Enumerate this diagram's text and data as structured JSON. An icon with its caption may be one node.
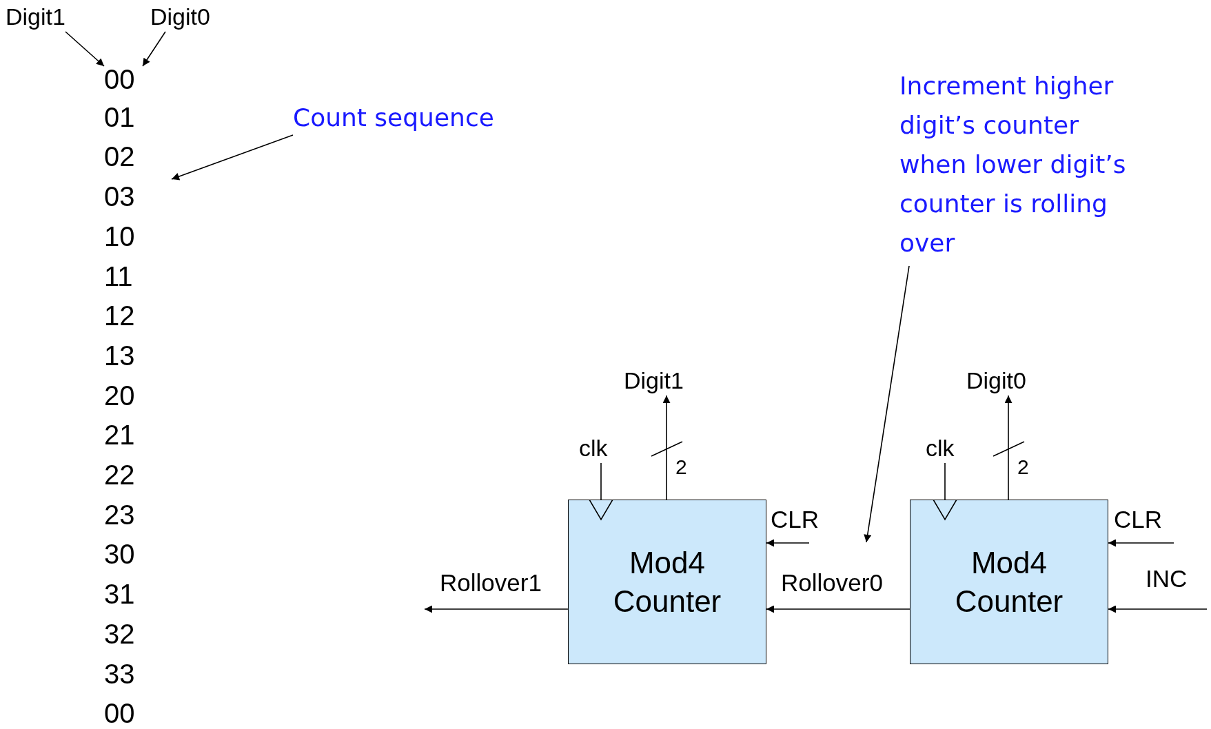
{
  "diagram": {
    "nodes": [
      {
        "text": [
          "Digit1"
        ]
      },
      {
        "text": [
          "Digit0"
        ]
      },
      {
        "text": [
          "Count sequence"
        ]
      },
      {
        "text": [
          "Increment higher digit’s counter when lower digit’s counter is rolling over"
        ]
      },
      {
        "text": [
          "Digit1"
        ]
      },
      {
        "text": [
          "Digit0"
        ]
      },
      {
        "text": [
          "clk"
        ]
      },
      {
        "text": [
          "clk"
        ]
      },
      {
        "text": [
          "Mod4 Counter"
        ]
      },
      {
        "text": [
          "Mod4 Counter"
        ]
      },
      {
        "text": [
          "00"
        ]
      }
    ],
    "edges": [
      {
        "from": 0,
        "to": 10,
        "arrow": "to"
      },
      {
        "from": 1,
        "to": 10,
        "arrow": "to"
      },
      {
        "from": 2,
        "to": null,
        "arrow": "to"
      },
      {
        "from": 3,
        "to": null,
        "arrow": "to"
      },
      {
        "from": 8,
        "to": 4,
        "arrow": "to",
        "label": "2"
      },
      {
        "from": 9,
        "to": 5,
        "arrow": "to",
        "label": "2"
      },
      {
        "from": 6,
        "to": 8,
        "arrow": "to"
      },
      {
        "from": 7,
        "to": 9,
        "arrow": "to"
      },
      {
        "from": null,
        "to": 8,
        "arrow": "to",
        "label": "CLR"
      },
      {
        "from": null,
        "to": 9,
        "arrow": "to",
        "label": "CLR"
      },
      {
        "from": 9,
        "to": 8,
        "arrow": "to",
        "label": "Rollover0"
      },
      {
        "from": 8,
        "to": null,
        "arrow": "to",
        "label": "Rollover1"
      },
      {
        "from": null,
        "to": 9,
        "arrow": "to",
        "label": "INC"
      }
    ],
    "labels": [
      "01",
      "02",
      "03",
      "10",
      "11",
      "12",
      "13",
      "20",
      "21",
      "22",
      "23",
      "30",
      "31",
      "32",
      "33",
      "00"
    ]
  }
}
